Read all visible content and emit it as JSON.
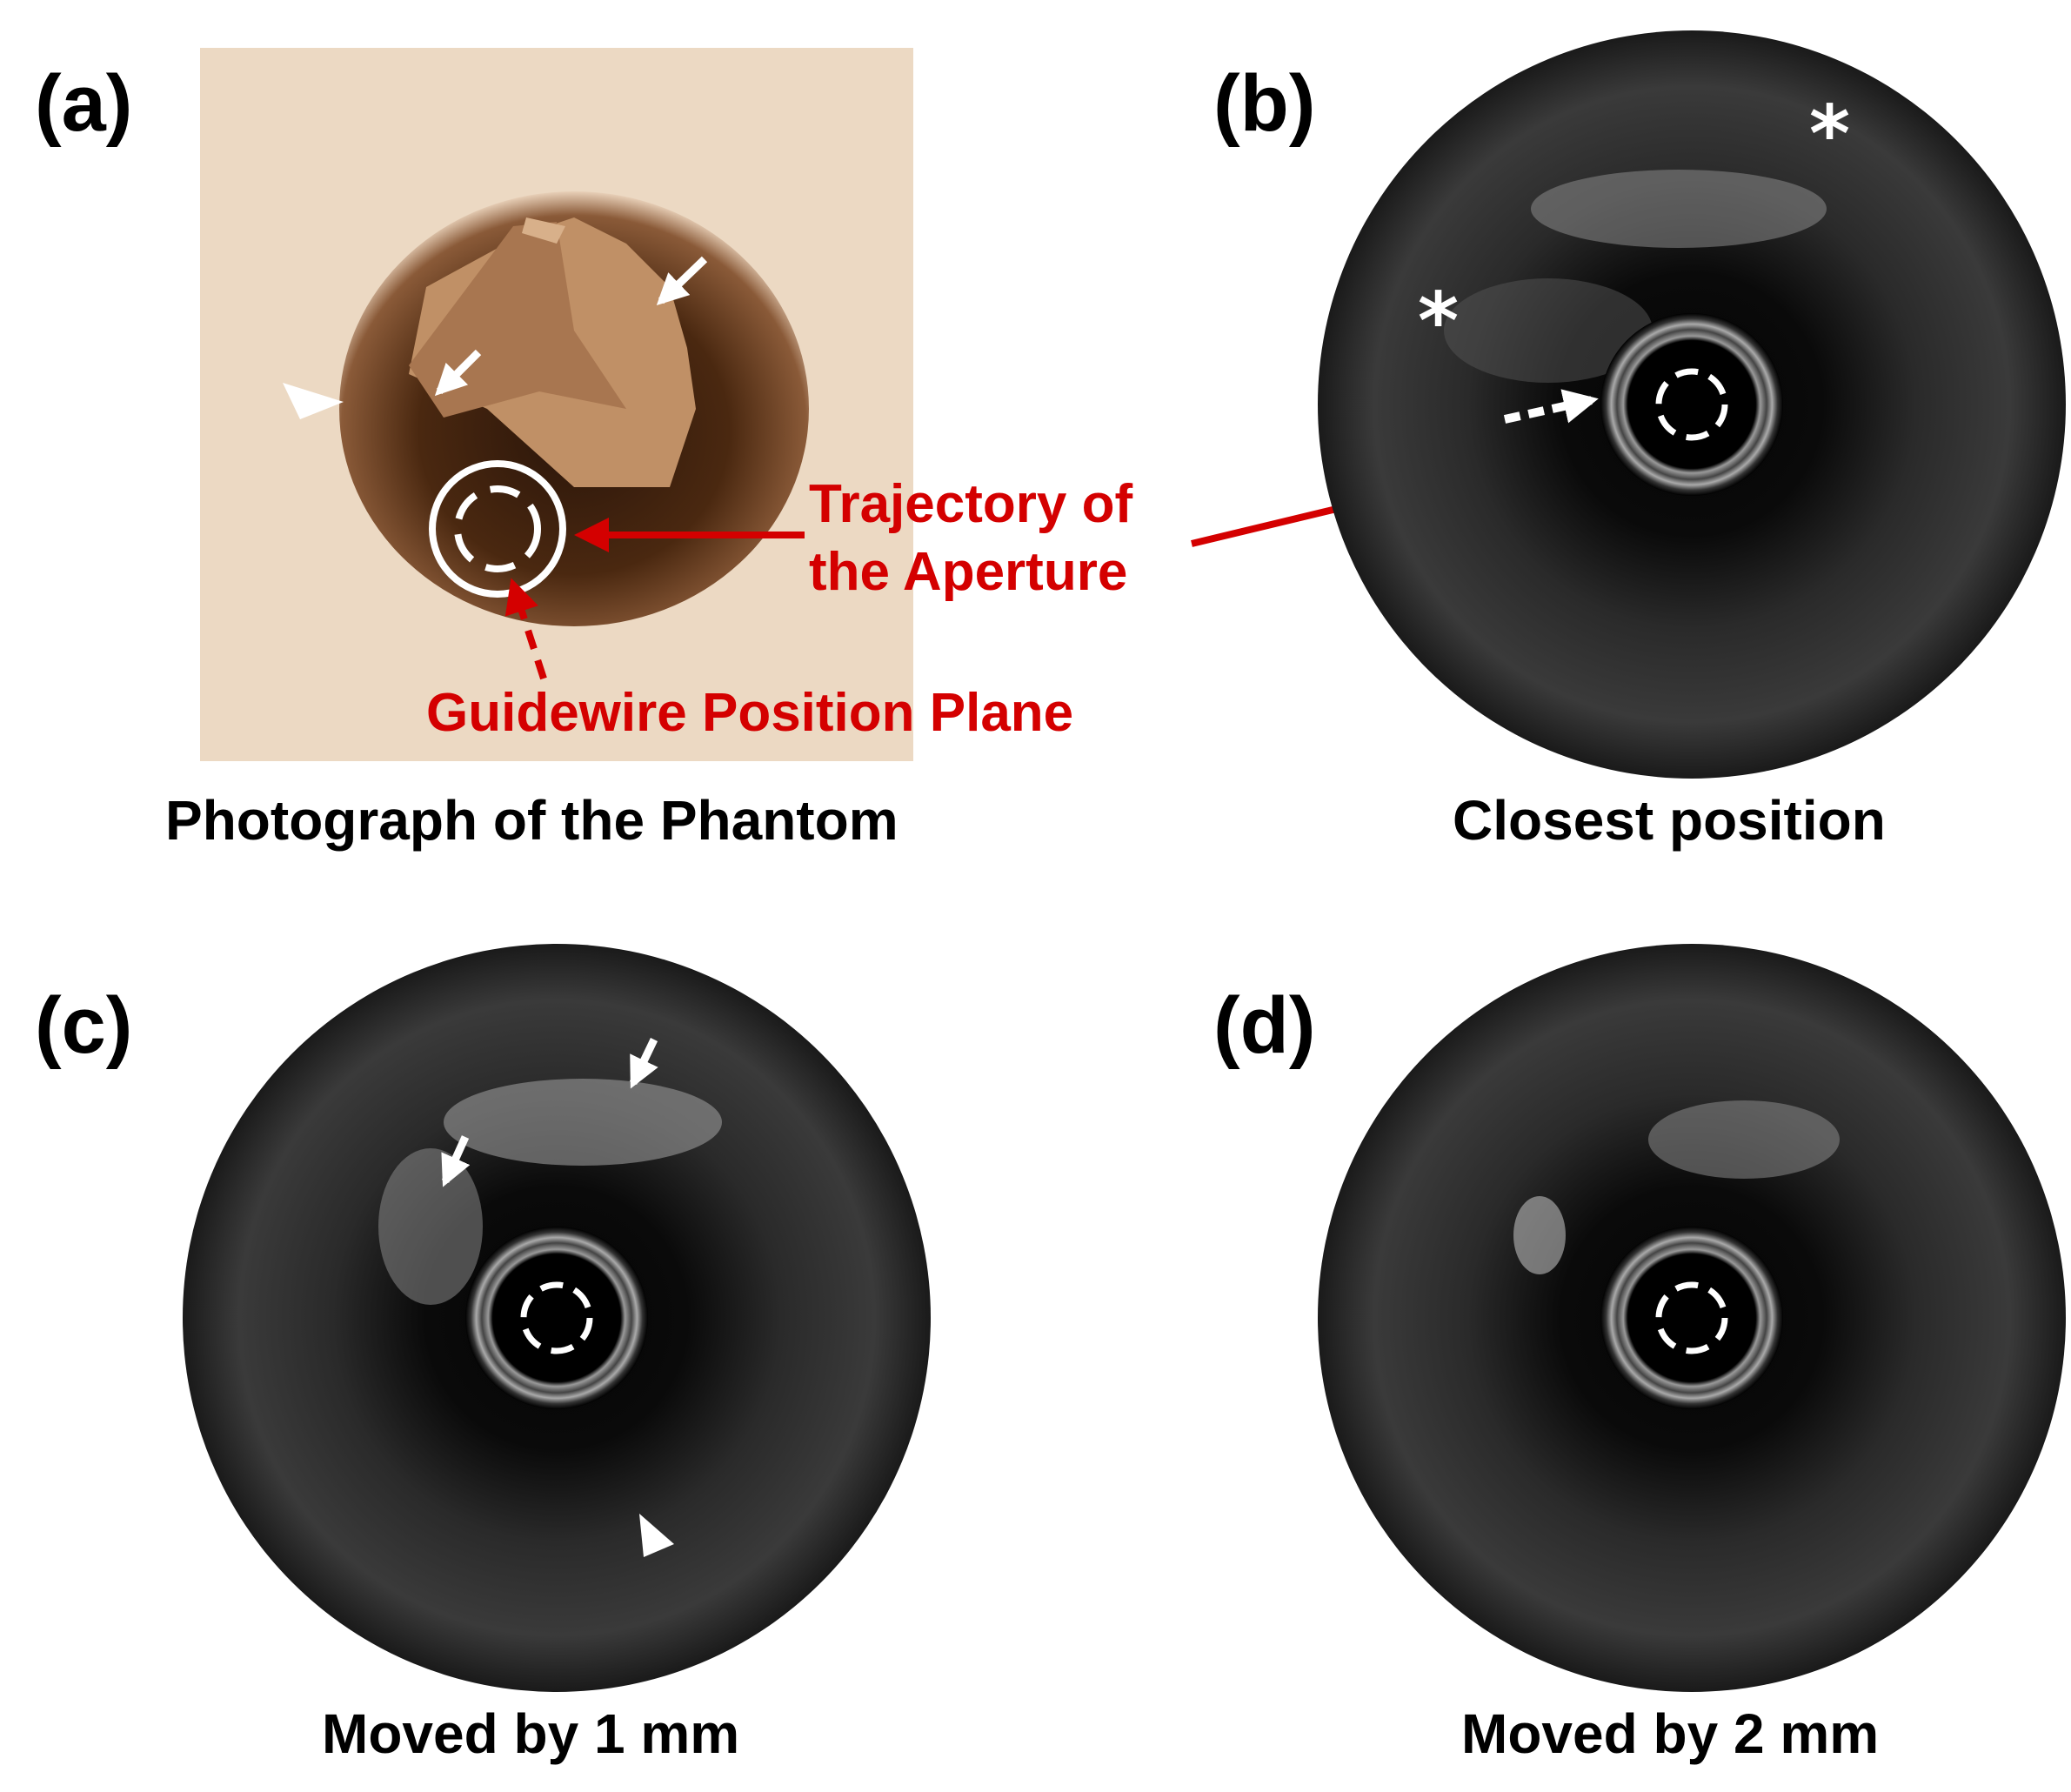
{
  "figure": {
    "accent_color": "#d40000",
    "panels": [
      {
        "letter": "(a)",
        "caption": "Photograph of the Phantom"
      },
      {
        "letter": "(b)",
        "caption": "Closest position"
      },
      {
        "letter": "(c)",
        "caption": "Moved by 1 mm"
      },
      {
        "letter": "(d)",
        "caption": "Moved by 2 mm"
      }
    ],
    "annotations": {
      "trajectory_line1": "Trajectory of",
      "trajectory_line2": "the Aperture",
      "guidewire": "Guidewire Position Plane"
    },
    "markers": {
      "asterisk": "*"
    }
  }
}
